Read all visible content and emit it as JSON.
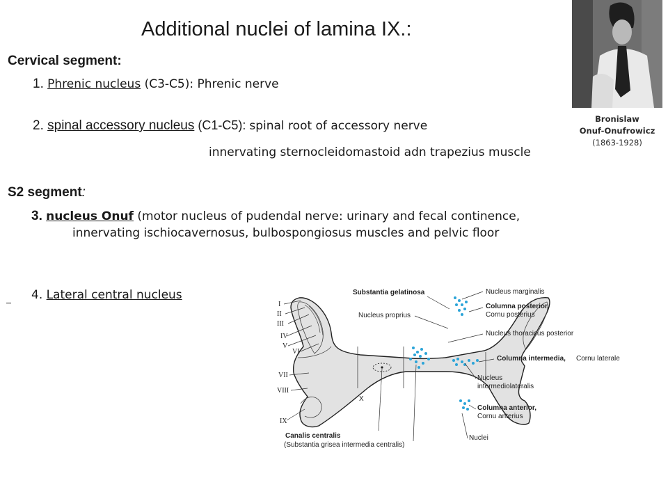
{
  "slide": {
    "title": "Additional nuclei of  lamina IX.:",
    "cervical_heading": "Cervical segment:",
    "item1": {
      "num": "1. ",
      "link": "Phrenic nucleus",
      "rest": " (C3-C5): Phrenic nerve"
    },
    "item2": {
      "num": "2. ",
      "link": "spinal accessory nucleus",
      "paren": " (C1-C5): ",
      "rest": "spinal root of accessory nerve",
      "line2": "innervating sternocleidomastoid adn trapezius muscle"
    },
    "s2_heading": "S2 segment",
    "s2_colon": ":",
    "item3": {
      "num": "3. ",
      "link": "nucleus Onuf",
      "rest": " (motor nucleus of pudendal nerve: urinary and fecal continence,",
      "line2": "innervating ischiocavernosus, bulbospongiosus muscles and pelvic floor"
    },
    "item4": {
      "num": "4. ",
      "link": "Lateral central nucleus"
    }
  },
  "portrait": {
    "caption_line1": "Bronislaw",
    "caption_line2": "Onuf-Onufrowicz",
    "caption_line3": "(1863-1928)"
  },
  "figure": {
    "labels": {
      "substantia_gelatinosa": "Substantia gelatinosa",
      "nucleus_proprius": "Nucleus proprius",
      "nucleus_marginalis": "Nucleus marginalis",
      "columna_posterior": "Columna posterior,",
      "cornu_posterius": "Cornu posterius",
      "nucleus_thoracicus": "Nucleus thoracicus posterior",
      "columna_intermedia": "Columna intermedia,",
      "cornu_laterale": "Cornu laterale",
      "nucleus_iml_1": "Nucleus",
      "nucleus_iml_2": "intermediolateralis",
      "columna_anterior": "Columna anterior,",
      "cornu_anterius": "Cornu anterius",
      "nuclei": "Nuclei",
      "canalis_centralis": "Canalis centralis",
      "substantia_grisea": "(Substantia grisea intermedia centralis)",
      "x": "X"
    },
    "laminae": [
      "I",
      "II",
      "III",
      "IV",
      "V",
      "VI",
      "VII",
      "VIII",
      "IX"
    ],
    "dot_color": "#2aa4d8"
  }
}
